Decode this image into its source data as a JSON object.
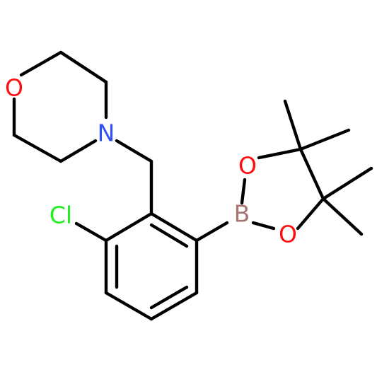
{
  "atoms": {
    "morpholine_o": {
      "label": "O",
      "color": "#ff0d0d"
    },
    "morpholine_n": {
      "label": "N",
      "color": "#3050f8"
    },
    "chlorine": {
      "label": "Cl",
      "color": "#1ff01f"
    },
    "boron": {
      "label": "B",
      "color": "#a67573"
    },
    "dioxaborolane_o1": {
      "label": "O",
      "color": "#ff0d0d"
    },
    "dioxaborolane_o2": {
      "label": "O",
      "color": "#ff0d0d"
    }
  },
  "bond_color": "#000000"
}
